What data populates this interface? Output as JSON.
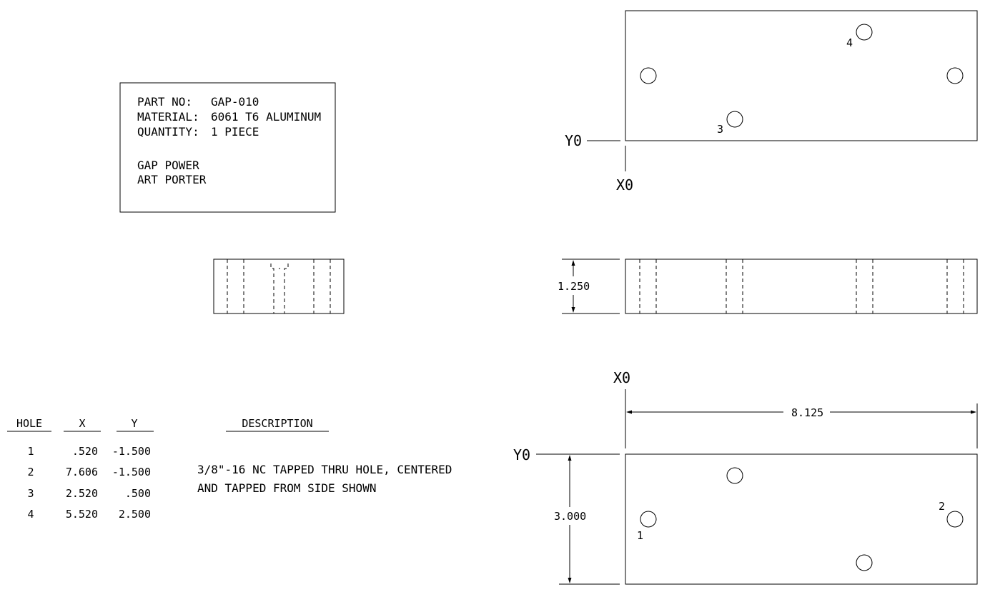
{
  "title_block": {
    "part_no_label": "PART NO:",
    "part_no_value": "GAP-010",
    "material_label": "MATERIAL:",
    "material_value": "6061 T6 ALUMINUM",
    "quantity_label": "QUANTITY:",
    "quantity_value": "1 PIECE",
    "company": "GAP POWER",
    "designer": "ART PORTER"
  },
  "datums": {
    "top_y0": "Y0",
    "top_x0": "X0",
    "bottom_x0": "X0",
    "bottom_y0": "Y0"
  },
  "dimensions": {
    "thickness": "1.250",
    "length": "8.125",
    "width": "3.000"
  },
  "hole_labels": {
    "top_view": [
      "4",
      "3"
    ],
    "bottom_view": [
      "1",
      "2"
    ]
  },
  "hole_table": {
    "headers": [
      "HOLE",
      "X",
      "Y"
    ],
    "rows": [
      [
        "1",
        ".520",
        "-1.500"
      ],
      [
        "2",
        "7.606",
        "-1.500"
      ],
      [
        "3",
        "2.520",
        ".500"
      ],
      [
        "4",
        "5.520",
        "2.500"
      ]
    ]
  },
  "description": {
    "header": "DESCRIPTION",
    "line1": "3/8\"-16 NC TAPPED THRU HOLE, CENTERED",
    "line2": "AND TAPPED FROM SIDE SHOWN"
  }
}
